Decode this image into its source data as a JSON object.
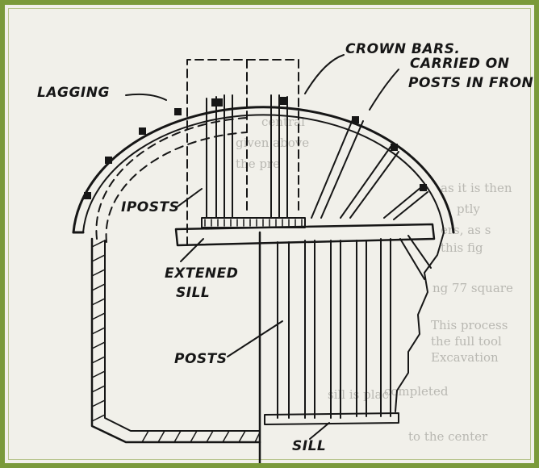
{
  "colors": {
    "frame": "#7a9a3a",
    "paper": "#f1f0ea",
    "ink": "#161616",
    "ghost_text": "#b9b8b2"
  },
  "labels": {
    "lagging": "LAGGING",
    "crown_bars": "CROWN BARS.",
    "carried_on_line1": "CARRIED ON",
    "carried_on_line2": "POSTS IN FRON",
    "posts_upper": "IPOSTS",
    "extended_sill_line1": "EXTENED",
    "extended_sill_line2": "SILL",
    "posts_lower": "POSTS",
    "sill": "SILL"
  },
  "background_text": [
    "central",
    "given above",
    "the pre",
    "as it is then",
    "ptly",
    "ers, as s",
    "this fig",
    "ng 77 square",
    "This process",
    "the full tool",
    "Excavation",
    "sill is plac",
    "completed",
    "to the center"
  ]
}
